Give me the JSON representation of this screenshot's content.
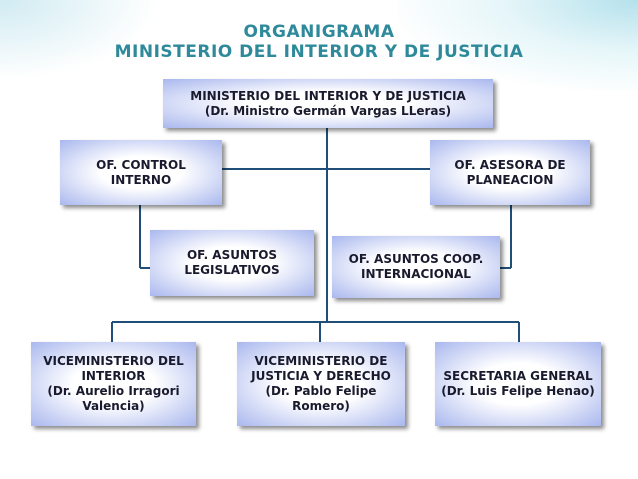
{
  "header": {
    "title": "ORGANIGRAMA",
    "subtitle": "MINISTERIO DEL INTERIOR Y DE JUSTICIA"
  },
  "colors": {
    "title": "#2e8a9a",
    "connector": "#1f4e79",
    "box_edge": "#a9b7ee"
  },
  "org": {
    "root": {
      "line1": "MINISTERIO DEL INTERIOR Y DE JUSTICIA",
      "line2": "(Dr. Ministro Germán Vargas LLeras)"
    },
    "control_interno": {
      "line1": "OF. CONTROL",
      "line2": "INTERNO"
    },
    "asesora_planeacion": {
      "line1": "OF. ASESORA DE",
      "line2": "PLANEACION"
    },
    "asuntos_legislativos": {
      "line1": "OF. ASUNTOS",
      "line2": "LEGISLATIVOS"
    },
    "asuntos_coop": {
      "line1": "OF. ASUNTOS COOP.",
      "line2": "INTERNACIONAL"
    },
    "viceministerio_interior": {
      "line1": "VICEMINISTERIO DEL",
      "line2": "INTERIOR",
      "line3": "(Dr. Aurelio Irragori",
      "line4": "Valencia)"
    },
    "viceministerio_justicia": {
      "line1": "VICEMINISTERIO DE",
      "line2": "JUSTICIA Y DERECHO",
      "line3": "(Dr. Pablo Felipe",
      "line4": "Romero)"
    },
    "secretaria_general": {
      "line1": "SECRETARIA GENERAL",
      "line2": "(Dr. Luis Felipe Henao)"
    }
  }
}
